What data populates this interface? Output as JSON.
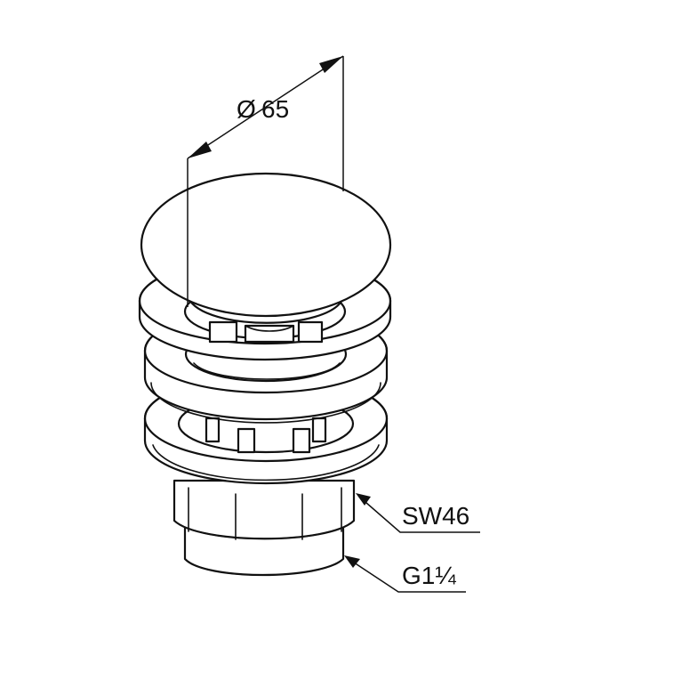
{
  "dimensions": {
    "diameter_symbol": "Ø",
    "diameter_value": "65",
    "wrench_size": "SW46",
    "thread": "G1¼"
  },
  "colors": {
    "ink": "#111111",
    "background": "#ffffff"
  }
}
